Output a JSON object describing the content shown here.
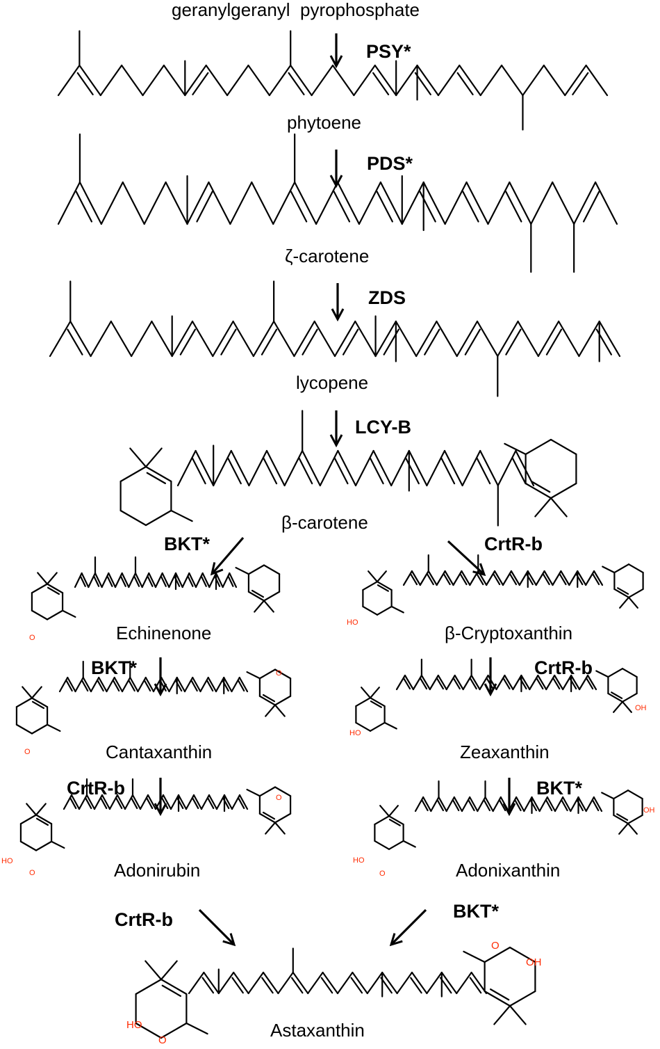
{
  "compounds": {
    "ggpp": "geranylgeranyl  pyrophosphate",
    "phytoene": "phytoene",
    "zeta_carotene": "ζ-carotene",
    "lycopene": "lycopene",
    "beta_carotene": "β-carotene",
    "echinenone": "Echinenone",
    "beta_cryptoxanthin": "β-Cryptoxanthin",
    "cantaxanthin": "Cantaxanthin",
    "zeaxanthin": "Zeaxanthin",
    "adonirubin": "Adonirubin",
    "adonixanthin": "Adonixanthin",
    "astaxanthin": "Astaxanthin"
  },
  "enzymes": {
    "psy": "PSY*",
    "pds": "PDS*",
    "zds": "ZDS",
    "lcy_b": "LCY-B",
    "bkt_1": "BKT*",
    "crtr_b_1": "CrtR-b",
    "bkt_2": "BKT*",
    "crtr_b_2": "CrtR-b",
    "crtr_b_3": "CrtR-b",
    "bkt_3": "BKT*",
    "crtr_b_4": "CrtR-b",
    "bkt_4": "BKT*"
  },
  "atoms": {
    "oxygen": "O",
    "hydroxyl": "HO",
    "hydroxyl_right": "OH"
  },
  "colors": {
    "heteroatom": "#ff2a00",
    "bond": "#000000"
  }
}
